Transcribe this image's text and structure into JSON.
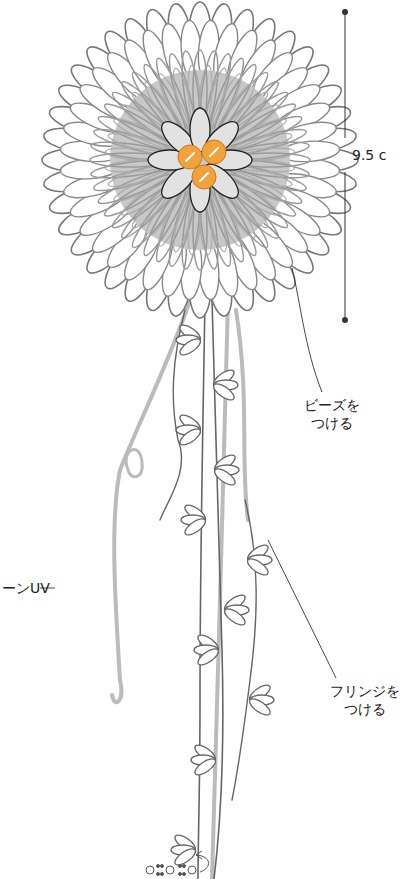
{
  "diagram": {
    "labels": [
      "9.5 c",
      "ビーズを つける",
      "ーンUV",
      "フリンジを つける"
    ]
  }
}
